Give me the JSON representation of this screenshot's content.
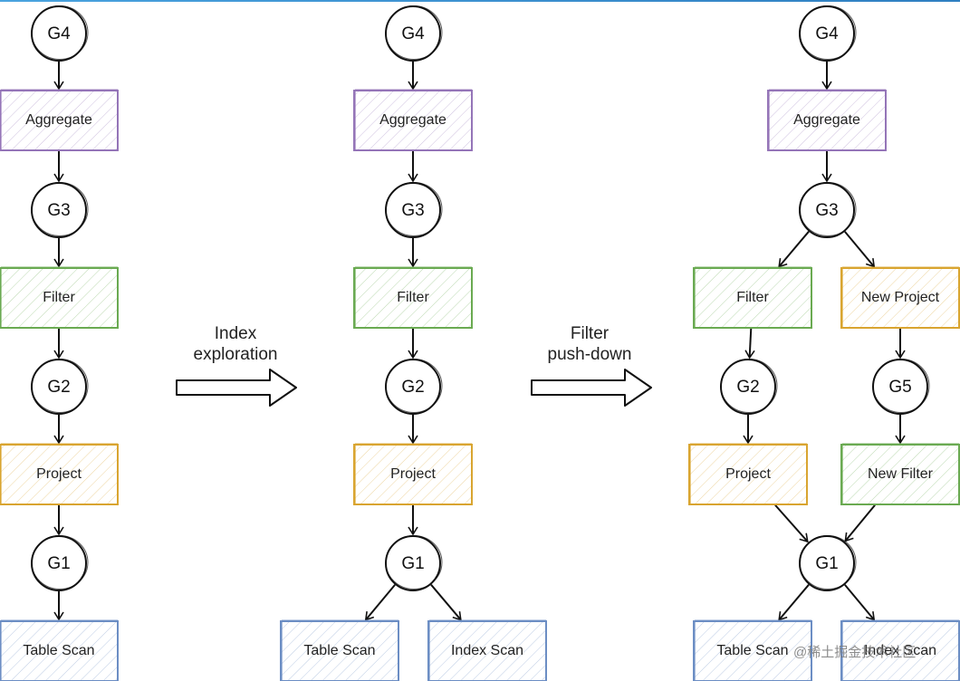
{
  "colors": {
    "aggregate": "#9575b8",
    "filter": "#6aaa52",
    "project": "#d9a530",
    "scan": "#6c8ec4",
    "ink": "#111111"
  },
  "steps": [
    {
      "line1": "Index",
      "line2": "exploration"
    },
    {
      "line1": "Filter",
      "line2": "push-down"
    }
  ],
  "panels": [
    {
      "groups": [
        {
          "id": "g4",
          "label": "G4"
        },
        {
          "id": "g3",
          "label": "G3"
        },
        {
          "id": "g2",
          "label": "G2"
        },
        {
          "id": "g1",
          "label": "G1"
        }
      ],
      "operators": [
        {
          "id": "aggregate",
          "label": "Aggregate",
          "kind": "aggregate"
        },
        {
          "id": "filter",
          "label": "Filter",
          "kind": "filter"
        },
        {
          "id": "project",
          "label": "Project",
          "kind": "project"
        },
        {
          "id": "table-scan",
          "label": "Table Scan",
          "kind": "scan"
        }
      ]
    },
    {
      "groups": [
        {
          "id": "g4",
          "label": "G4"
        },
        {
          "id": "g3",
          "label": "G3"
        },
        {
          "id": "g2",
          "label": "G2"
        },
        {
          "id": "g1",
          "label": "G1"
        }
      ],
      "operators": [
        {
          "id": "aggregate",
          "label": "Aggregate",
          "kind": "aggregate"
        },
        {
          "id": "filter",
          "label": "Filter",
          "kind": "filter"
        },
        {
          "id": "project",
          "label": "Project",
          "kind": "project"
        },
        {
          "id": "table-scan",
          "label": "Table Scan",
          "kind": "scan"
        },
        {
          "id": "index-scan",
          "label": "Index Scan",
          "kind": "scan"
        }
      ]
    },
    {
      "groups": [
        {
          "id": "g4",
          "label": "G4"
        },
        {
          "id": "g3",
          "label": "G3"
        },
        {
          "id": "g2",
          "label": "G2"
        },
        {
          "id": "g5",
          "label": "G5"
        },
        {
          "id": "g1",
          "label": "G1"
        }
      ],
      "operators": [
        {
          "id": "aggregate",
          "label": "Aggregate",
          "kind": "aggregate"
        },
        {
          "id": "filter",
          "label": "Filter",
          "kind": "filter"
        },
        {
          "id": "new-project",
          "label": "New Project",
          "kind": "project"
        },
        {
          "id": "project",
          "label": "Project",
          "kind": "project"
        },
        {
          "id": "new-filter",
          "label": "New Filter",
          "kind": "filter"
        },
        {
          "id": "table-scan",
          "label": "Table Scan",
          "kind": "scan"
        },
        {
          "id": "index-scan",
          "label": "Index Scan",
          "kind": "scan"
        }
      ]
    }
  ],
  "watermark": "@稀土掘金技术社区"
}
